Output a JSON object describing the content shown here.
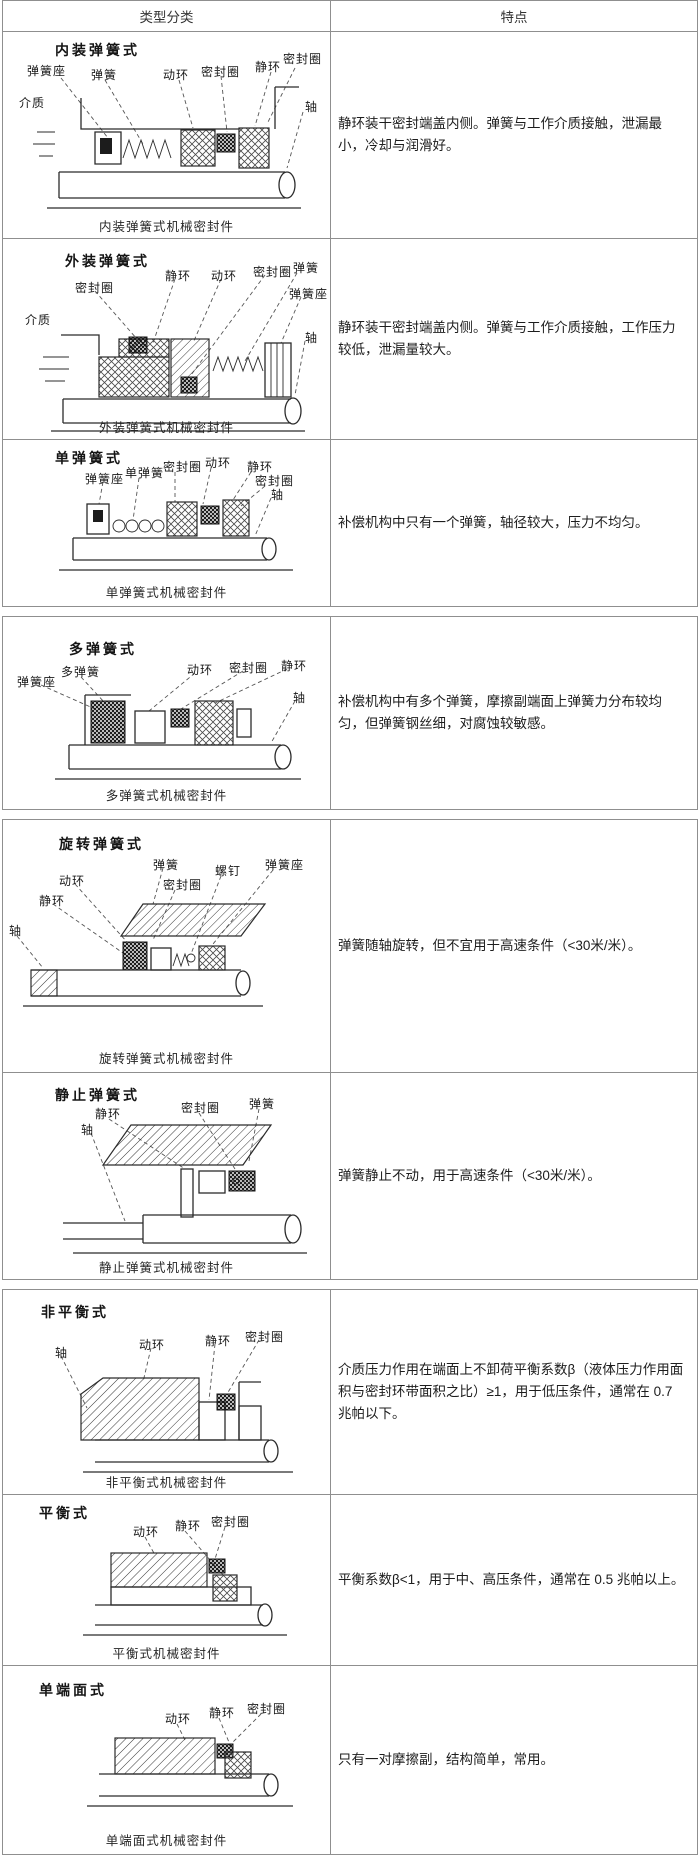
{
  "header": {
    "type_col": "类型分类",
    "feature_col": "特点"
  },
  "rows": [
    {
      "title": "内装弹簧式",
      "caption": "内装弹簧式机械密封件",
      "feature": "静环装干密封端盖内侧。弹簧与工作介质接触，泄漏最小，冷却与润滑好。",
      "labels": [
        "弹簧座",
        "弹簧",
        "动环",
        "密封圈",
        "静环",
        "密封圈",
        "介质",
        "轴"
      ]
    },
    {
      "title": "外装弹簧式",
      "caption": "外装弹簧式机械密封件",
      "feature": "静环装干密封端盖内侧。弹簧与工作介质接触，工作压力较低，泄漏量较大。",
      "labels": [
        "密封圈",
        "静环",
        "动环",
        "密封圈",
        "弹簧",
        "弹簧座",
        "介质",
        "轴"
      ]
    },
    {
      "title": "单弹簧式",
      "caption": "单弹簧式机械密封件",
      "feature": "补偿机构中只有一个弹簧，轴径较大，压力不均匀。",
      "labels": [
        "弹簧座",
        "单弹簧",
        "密封圈",
        "动环",
        "静环",
        "密封圈",
        "轴"
      ]
    },
    {
      "title": "多弹簧式",
      "caption": "多弹簧式机械密封件",
      "feature": "补偿机构中有多个弹簧，摩擦副端面上弹簧力分布较均匀，但弹簧钢丝细，对腐蚀较敏感。",
      "labels": [
        "弹簧座",
        "多弹簧",
        "动环",
        "密封圈",
        "静环",
        "轴"
      ]
    },
    {
      "title": "旋转弹簧式",
      "caption": "旋转弹簧式机械密封件",
      "feature": "弹簧随轴旋转，但不宜用于高速条件（<30米/米）。",
      "labels": [
        "弹簧",
        "密封圈",
        "螺钉",
        "弹簧座",
        "动环",
        "静环",
        "轴"
      ]
    },
    {
      "title": "静止弹簧式",
      "caption": "静止弹簧式机械密封件",
      "feature": "弹簧静止不动，用于高速条件（<30米/米）。",
      "labels": [
        "静环",
        "密封圈",
        "弹簧",
        "轴"
      ]
    },
    {
      "title": "非平衡式",
      "caption": "非平衡式机械密封件",
      "feature": "介质压力作用在端面上不卸荷平衡系数β（液体压力作用面积与密封环带面积之比）≥1，用于低压条件，通常在 0.7 兆帕以下。",
      "labels": [
        "轴",
        "动环",
        "静环",
        "密封圈"
      ]
    },
    {
      "title": "平衡式",
      "caption": "平衡式机械密封件",
      "feature": "平衡系数β<1，用于中、高压条件，通常在 0.5 兆帕以上。",
      "labels": [
        "动环",
        "静环",
        "密封圈"
      ]
    },
    {
      "title": "单端面式",
      "caption": "单端面式机械密封件",
      "feature": "只有一对摩擦副，结构简单，常用。",
      "labels": [
        "动环",
        "静环",
        "密封圈"
      ]
    }
  ]
}
